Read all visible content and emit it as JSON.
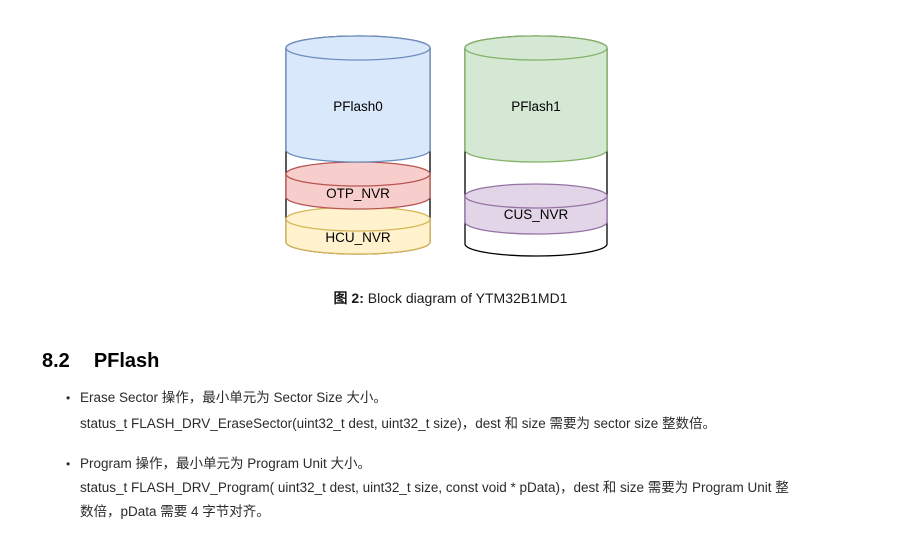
{
  "colors": {
    "page_bg": "#ffffff",
    "outer_outline": "#000000",
    "outer_fill": "#ffffff"
  },
  "diagram": {
    "left_stack": {
      "segments": [
        {
          "label": "PFlash0",
          "fill": "#dae8fc",
          "stroke": "#6c8ebf"
        },
        {
          "label": "OTP_NVR",
          "fill": "#f8cecc",
          "stroke": "#b85450"
        },
        {
          "label": "HCU_NVR",
          "fill": "#fff2cc",
          "stroke": "#d6b656"
        }
      ]
    },
    "right_stack": {
      "segments": [
        {
          "label": "PFlash1",
          "fill": "#d5e8d4",
          "stroke": "#82b366"
        },
        {
          "label": "CUS_NVR",
          "fill": "#e1d5e7",
          "stroke": "#9673a6"
        }
      ]
    }
  },
  "caption": {
    "prefix": "图 2:",
    "text": " Block diagram of YTM32B1MD1"
  },
  "section": {
    "number": "8.2",
    "title": "PFlash",
    "bullet_char": "•",
    "bullets": [
      {
        "lines": [
          "Erase Sector 操作，最小单元为 Sector Size 大小。",
          "status_t FLASH_DRV_EraseSector(uint32_t dest, uint32_t size)，dest 和 size 需要为 sector size 整数倍。"
        ]
      },
      {
        "lines": [
          "Program 操作，最小单元为 Program Unit 大小。",
          "status_t FLASH_DRV_Program( uint32_t dest, uint32_t size, const void * pData)，dest 和 size 需要为 Program Unit 整",
          "数倍，pData 需要 4 字节对齐。"
        ]
      }
    ]
  }
}
